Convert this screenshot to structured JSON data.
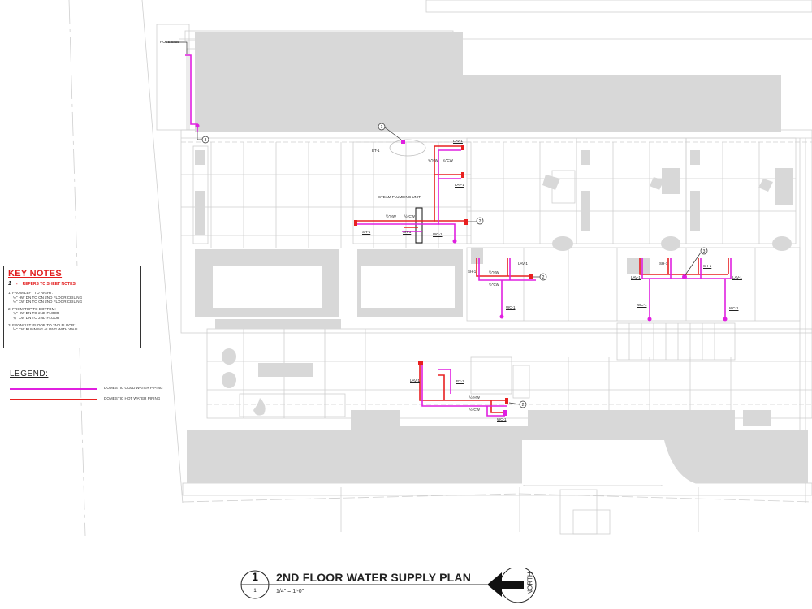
{
  "drawing": {
    "title": "2ND FLOOR WATER SUPPLY PLAN",
    "scale": "1/4\" = 1'-0\"",
    "detail_number": "1",
    "sheet_number": "1",
    "north_label": "NORTH"
  },
  "key_notes": {
    "title": "KEY NOTES",
    "reference_symbol": "1",
    "reference_text": "REFERS TO SHEET NOTES",
    "notes": [
      {
        "number": "1.",
        "heading": "FROM LEFT TO RIGHT:",
        "lines": [
          "½\" HW DN TO ON 2ND FLOOR CEILING",
          "½\" CW DN TO ON 2ND FLOOR CEILING"
        ]
      },
      {
        "number": "2.",
        "heading": "FROM TOP TO BOTTOM:",
        "lines": [
          "¾\" HW DN TO 2ND FLOOR",
          "¾\" CW DN TO 2ND FLOOR"
        ]
      },
      {
        "number": "3.",
        "heading": "FROM 1ST. FLOOR TO 2ND FLOOR:",
        "lines": [
          "½\" CW RUNNING ALONG WITH WALL"
        ]
      }
    ]
  },
  "legend": {
    "title": "LEGEND:",
    "items": [
      {
        "label": "DOMESTIC COLD WATER PIPING",
        "color": "#e020e0"
      },
      {
        "label": "DOMESTIC HOT WATER PIPING",
        "color": "#e82020"
      }
    ]
  },
  "plan_tags": {
    "hose_bibb": "HOSE BIBB",
    "steam_unit": "STEAM PLUMBING UNIT",
    "bt": "BT-1",
    "lav": "LAV-1",
    "sh": "SH-1",
    "wc": "WC-1",
    "pipe_half_hw": "½\"HW",
    "pipe_half_cw": "½\"CW",
    "pipe_3q_hw": "¾\"HW",
    "pipe_3q_cw": "¾\"CW"
  },
  "key_note_callouts": [
    "1",
    "2",
    "3"
  ],
  "colors": {
    "cold_water": "#e020e0",
    "hot_water": "#e82020",
    "wall_fill": "#d8d8d8",
    "linework": "#c8c8c8"
  }
}
